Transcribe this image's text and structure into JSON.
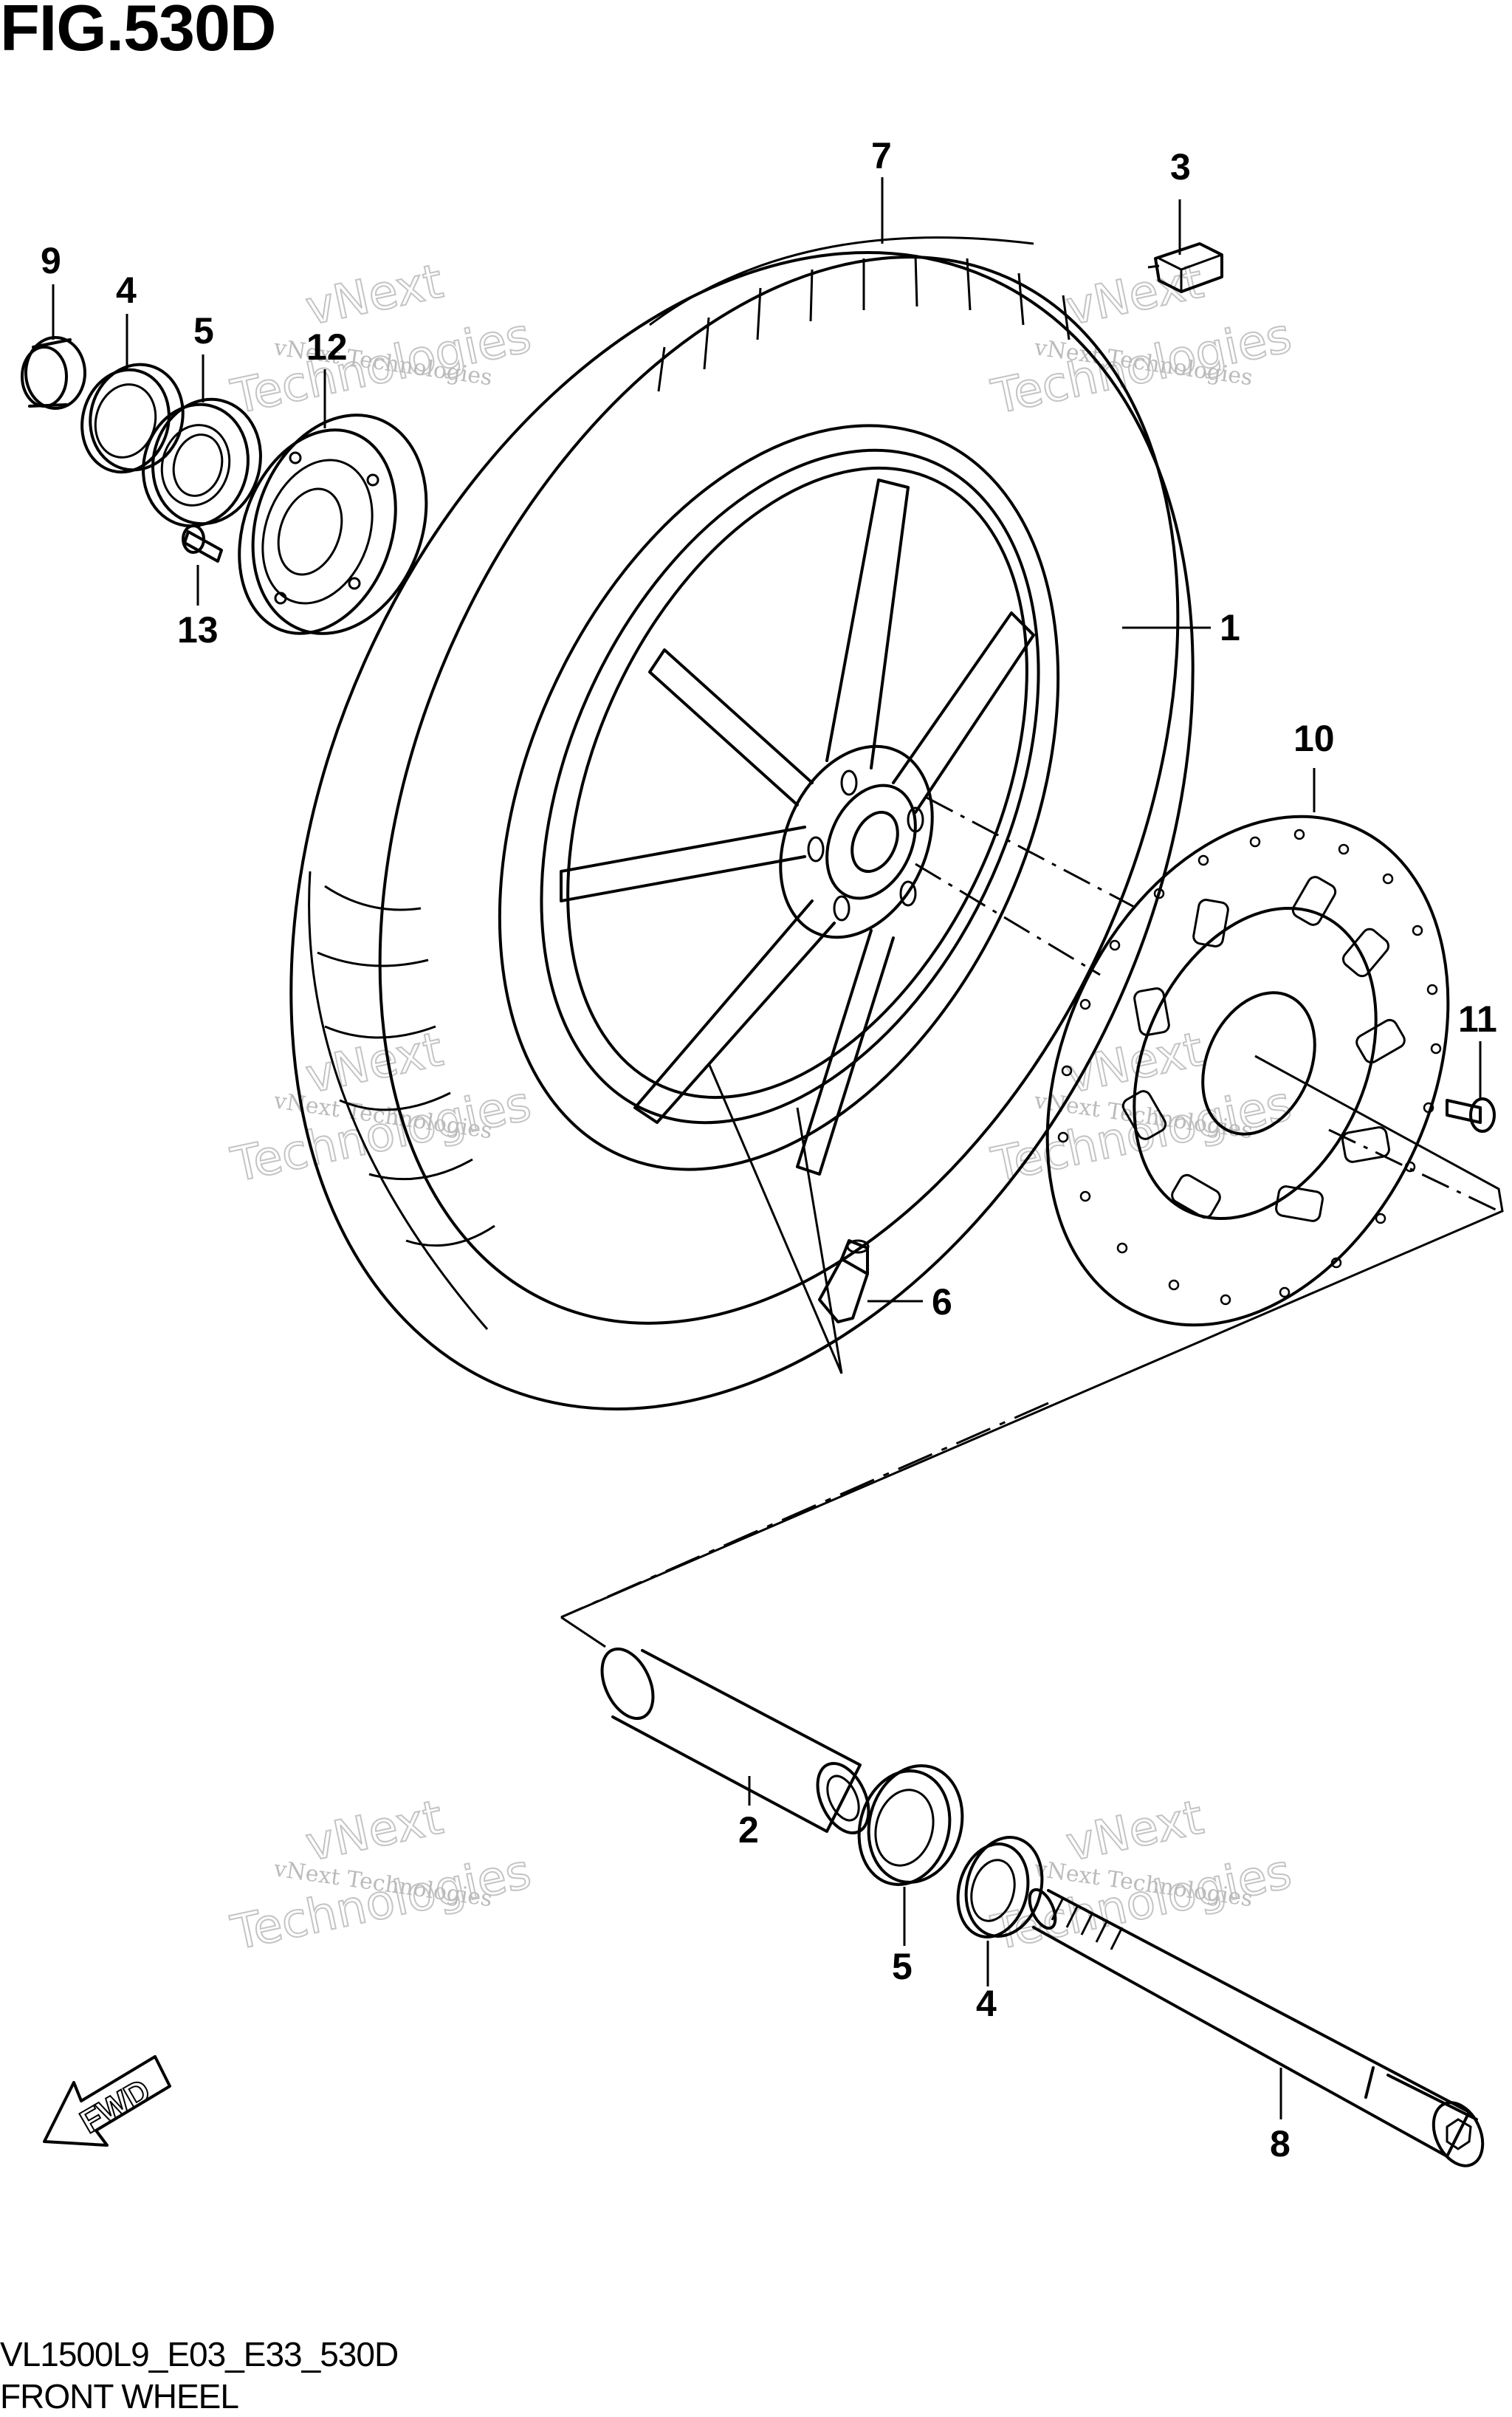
{
  "figure": {
    "title": "FIG.530D",
    "code": "VL1500L9_E03_E33_530D",
    "caption": "FRONT WHEEL"
  },
  "fwd_label": "FWD",
  "watermark": {
    "line1": "vNext Technologies",
    "line2a": "vNext",
    "line2b": "Technologies"
  },
  "callouts": {
    "c1": "1",
    "c2": "2",
    "c3": "3",
    "c4a": "4",
    "c4b": "4",
    "c5a": "5",
    "c5b": "5",
    "c6": "6",
    "c7": "7",
    "c8": "8",
    "c9": "9",
    "c10": "10",
    "c11": "11",
    "c12": "12",
    "c13": "13"
  }
}
